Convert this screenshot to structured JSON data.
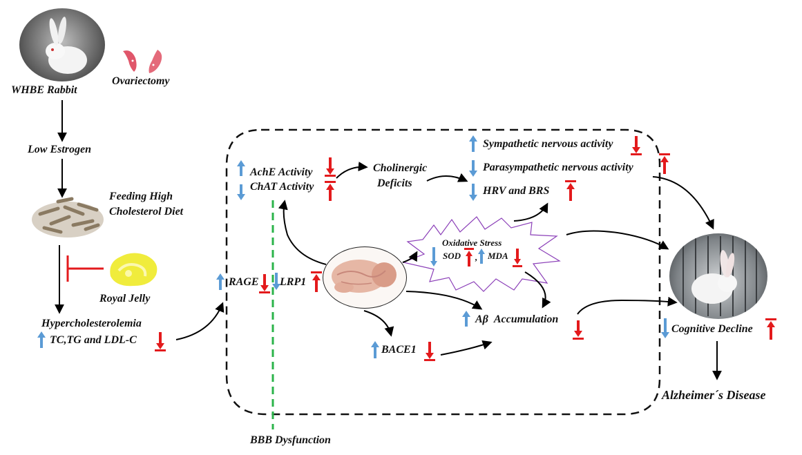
{
  "labels": {
    "rabbit": "WHBE Rabbit",
    "ovariectomy": "Ovariectomy",
    "low_estrogen": "Low Estrogen",
    "feeding_line1": "Feeding High",
    "feeding_line2": "Cholesterol Diet",
    "royal_jelly": "Royal Jelly",
    "hyper_line1": "Hypercholesterolemia",
    "hyper_line2": "TC,TG and LDL-C",
    "ache": "AchE Activity",
    "chat": "ChAT Activity",
    "cholinergic_line1": "Cholinergic",
    "cholinergic_line2": "Deficits",
    "sympathetic": "Sympathetic nervous activity",
    "parasympathetic": "Parasympathetic nervous activity",
    "hrv": "HRV and BRS",
    "oxidative": "Oxidative Stress",
    "sod": "SOD",
    "mda": "MDA",
    "rage": "RAGE",
    "lrp1": "LRP1",
    "abeta": "Aβ  Accumulation",
    "bace1": "BACE1",
    "cognitive": "Cognitive Decline",
    "alzheimers": "Alzheimer´s Disease",
    "bbb": "BBB Dysfunction",
    "separator": ","
  },
  "colors": {
    "up_arrow": "#5b9bd5",
    "down_arrow": "#5b9bd5",
    "inhibit": "#e31a1c",
    "bbb_line": "#2bb34a",
    "burst_outline": "#8b3fb8",
    "connector": "#000000"
  },
  "icons": {
    "increase": "blue-up-arrow-icon",
    "decrease": "blue-down-arrow-icon",
    "reversed_down": "red-inhibit-down-icon",
    "reversed_up": "red-inhibit-up-icon"
  }
}
